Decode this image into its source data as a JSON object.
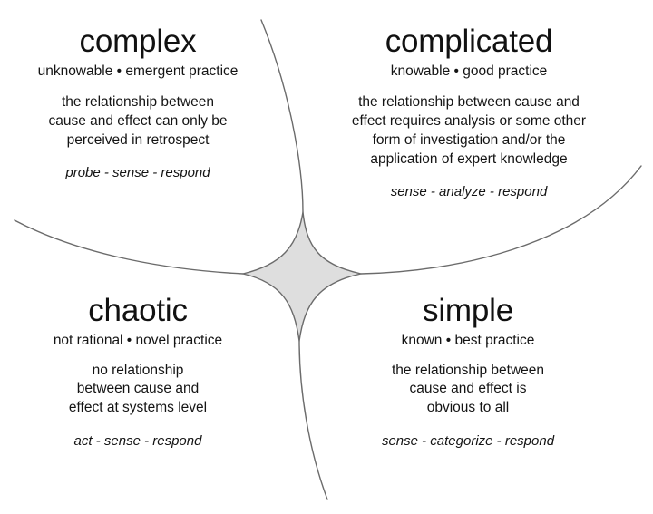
{
  "diagram": {
    "name": "Cynefin framework",
    "background_color": "#ffffff",
    "curve_color": "#595959",
    "center_fill_color": "#dedede",
    "text_color": "#141414",
    "center_shape": "astroid-star"
  },
  "quadrants": {
    "complex": {
      "title": "complex",
      "subtitle": "unknowable • emergent practice",
      "description": [
        "the relationship between",
        "cause and effect can only be",
        "perceived in retrospect"
      ],
      "action": "probe - sense - respond"
    },
    "complicated": {
      "title": "complicated",
      "subtitle": "knowable • good practice",
      "description": [
        "the relationship between cause and",
        "effect requires analysis or some other",
        "form of investigation and/or the",
        "application of expert knowledge"
      ],
      "action": "sense - analyze - respond"
    },
    "chaotic": {
      "title": "chaotic",
      "subtitle": "not rational • novel practice",
      "description": [
        "no relationship",
        "between cause and",
        "effect at systems level"
      ],
      "action": "act - sense - respond"
    },
    "simple": {
      "title": "simple",
      "subtitle": "known • best practice",
      "description": [
        "the relationship between",
        "cause and effect is",
        "obvious to all"
      ],
      "action": "sense - categorize - respond"
    }
  }
}
